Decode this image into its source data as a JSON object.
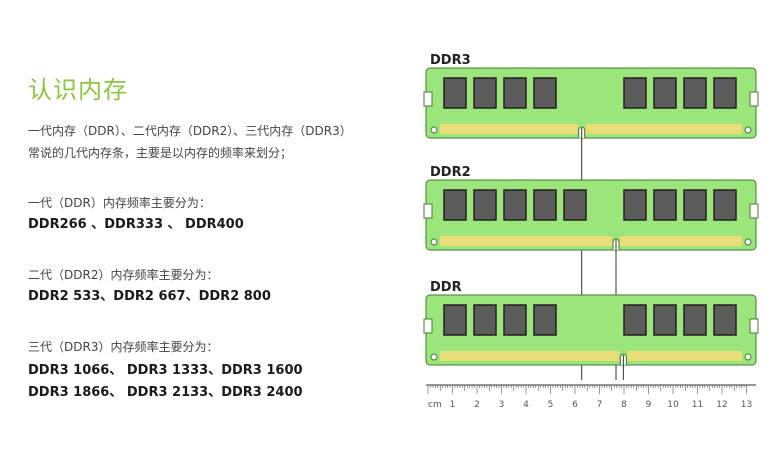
{
  "left": {
    "title": "认识内存",
    "intro_line1": "一代内存（DDR）、二代内存（DDR2）、三代内存（DDR3）",
    "intro_line2": "常说的几代内存条，主要是以内存的频率来划分；",
    "gen1_heading": "一代（DDR）内存频率主要分为：",
    "gen1_values": "DDR266 、DDR333 、 DDR400",
    "gen2_heading": "二代（DDR2）内存频率主要分为：",
    "gen2_values": "DDR2 533、DDR2 667、DDR2 800",
    "gen3_heading": "三代（DDR3）内存频率主要分为：",
    "gen3_values_1": "DDR3 1066、 DDR3 1333、DDR3 1600",
    "gen3_values_2": "DDR3 1866、 DDR3 2133、DDR3 2400"
  },
  "diagram": {
    "modules": [
      {
        "label": "DDR3",
        "left_chips": 4,
        "right_chips": 4,
        "notch_cm": 5.6
      },
      {
        "label": "DDR2",
        "left_chips": 5,
        "right_chips": 4,
        "notch_cm": 7.0
      },
      {
        "label": "DDR",
        "left_chips": 4,
        "right_chips": 4,
        "notch_cm": 7.3
      }
    ],
    "ruler": {
      "unit": "cm",
      "ticks": [
        "1",
        "2",
        "3",
        "4",
        "5",
        "6",
        "7",
        "8",
        "9",
        "10",
        "11",
        "12",
        "13"
      ]
    },
    "colors": {
      "pcb": "#9be57c",
      "pcb_edge": "#3e7d2a",
      "chip": "#5c5c5c",
      "contacts": "#e8dd78"
    }
  }
}
